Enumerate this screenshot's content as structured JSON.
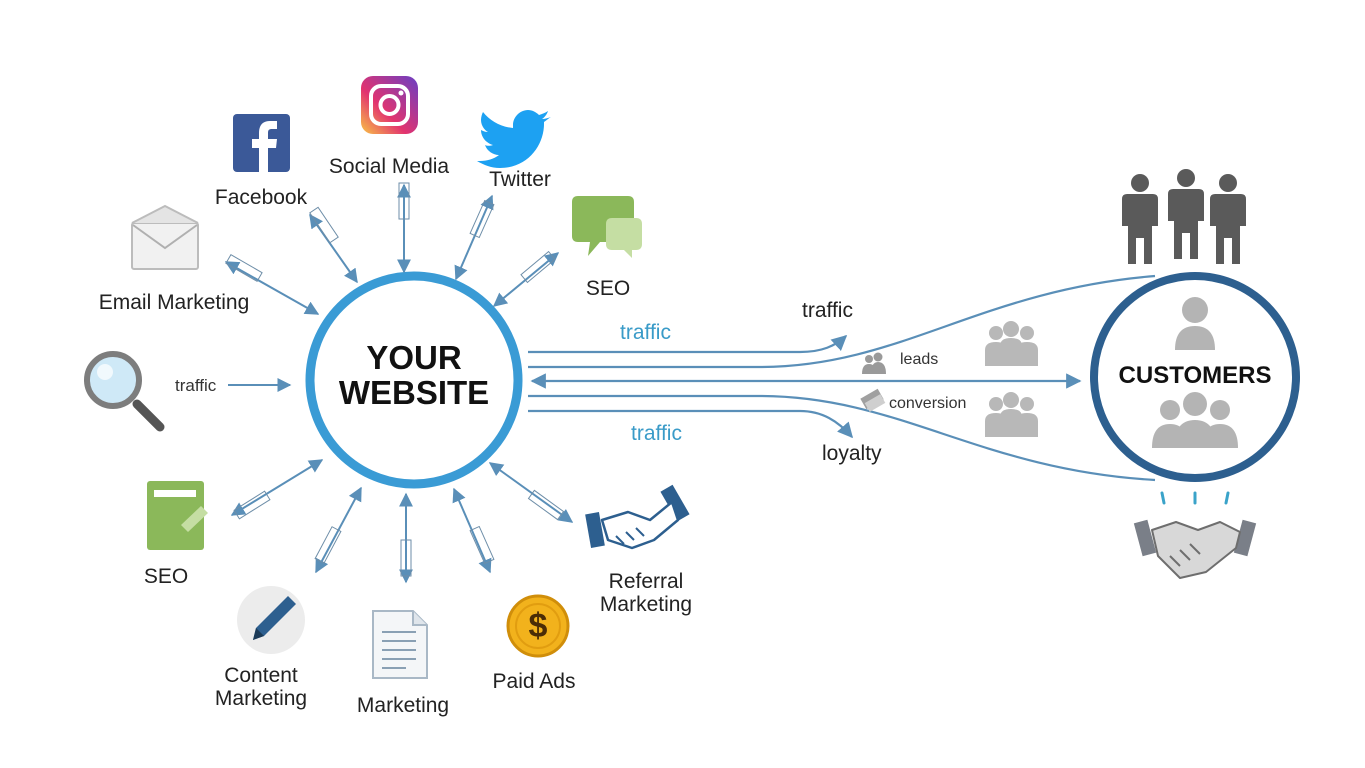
{
  "center": {
    "line1": "YOUR",
    "line2": "WEBSITE"
  },
  "customers": {
    "title": "CUSTOMERS"
  },
  "sources": {
    "facebook": "Facebook",
    "social_media": "Social Media",
    "twitter": "Twitter",
    "seo_top": "SEO",
    "email_marketing": "Email Marketing",
    "search_traffic": "traffic",
    "seo_bottom": "SEO",
    "content_line1": "Content",
    "content_line2": "Marketing",
    "marketing": "Marketing",
    "paid_ads": "Paid Ads",
    "referral_line1": "Referral",
    "referral_line2": "Marketing",
    "paid_ads_symbol": "$"
  },
  "flows": {
    "traffic_upper": "traffic",
    "traffic_lower": "traffic",
    "traffic_right": "traffic",
    "leads": "leads",
    "conversion": "conversion",
    "loyalty": "loyalty"
  },
  "colors": {
    "website_ring": "#3a9bd5",
    "customers_ring": "#2d5f8f",
    "arrow": "#5a8fb8",
    "facebook": "#3b5998",
    "twitter": "#1da1f2",
    "seo_green": "#8bb85a",
    "gold": "#f2b21c",
    "people_gray": "#5a5a5a"
  }
}
